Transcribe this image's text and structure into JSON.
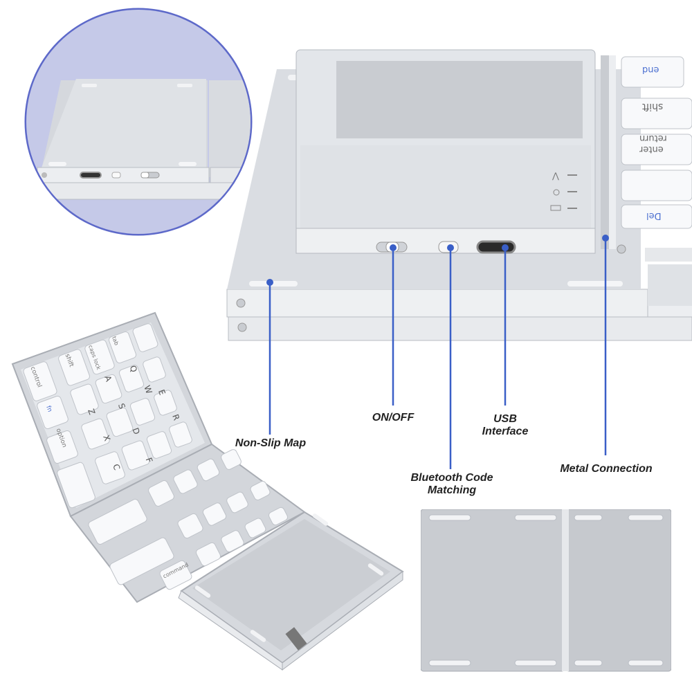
{
  "colors": {
    "aluminum_light": "#e3e5e8",
    "aluminum_mid": "#c9ccd1",
    "aluminum_dark": "#a7abb2",
    "key_white": "#f8f9fb",
    "callout_blue": "#3a5fc7",
    "inset_background": "#c5c9e8",
    "inset_border": "#5d69c9"
  },
  "callouts": {
    "non_slip": "Non-Slip Map",
    "on_off": "ON/OFF",
    "usb": "USB\nInterface",
    "bluetooth": "Bluetooth Code\nMatching",
    "metal": "Metal Connection"
  },
  "keyboard_keys": {
    "end": "end",
    "shift": "shift",
    "return": "return",
    "enter": "enter",
    "del": "Del",
    "control": "control",
    "fn": "fn",
    "option": "option",
    "tab": "tab",
    "caps_lock": "caps lock",
    "command": "command",
    "q": "Q",
    "a": "A",
    "z": "Z",
    "w": "W",
    "s": "S",
    "x": "X",
    "e": "E",
    "d": "D",
    "c": "C",
    "r": "R",
    "f": "F"
  }
}
